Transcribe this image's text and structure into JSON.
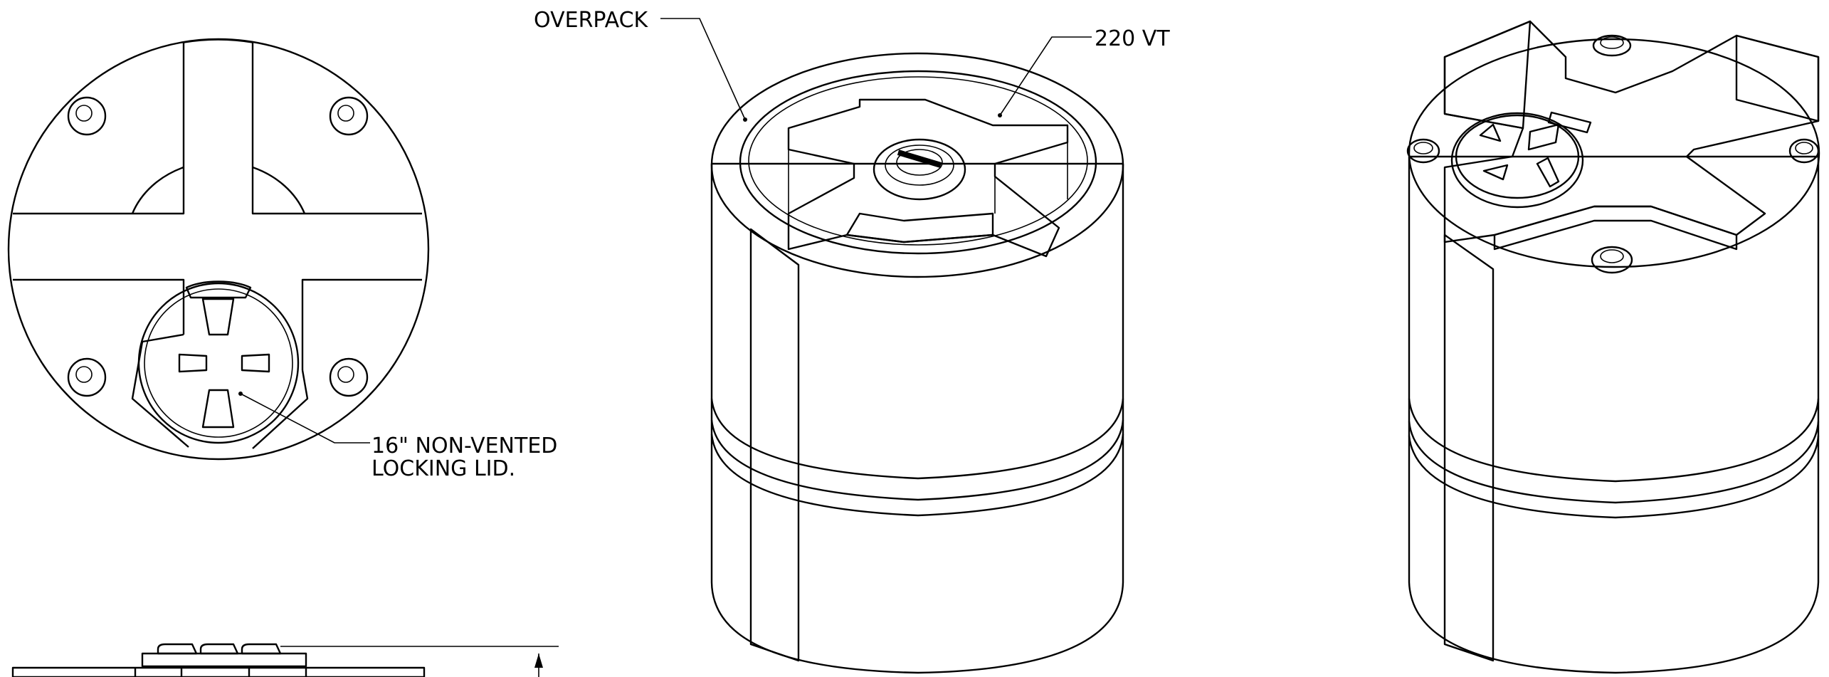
{
  "labels": {
    "overpack": "OVERPACK",
    "tank_model": "220 VT",
    "lid_line1": "16\" NON-VENTED",
    "lid_line2": "LOCKING LID."
  },
  "colors": {
    "line": "#000000",
    "background": "#ffffff",
    "tank_light": "#f2f2f2",
    "tank_mid": "#c8c8c8",
    "tank_dark": "#6e6e6e",
    "lid": "#4a4a4a"
  }
}
